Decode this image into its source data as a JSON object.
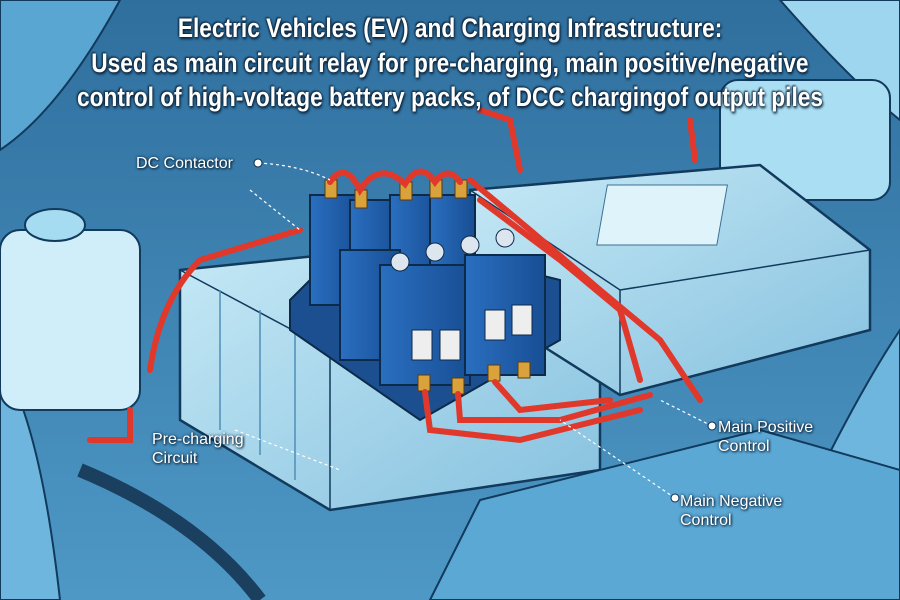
{
  "title": {
    "line1": "Electric Vehicles (EV) and Charging Infrastructure:",
    "line2": "Used as main circuit relay for pre-charging, main positive/negative",
    "line3": "control of high-voltage battery packs, of DCC chargingof output piles"
  },
  "labels": {
    "dc_contactor": "DC Contactor",
    "pre_charging": [
      "Pre-charging",
      "Circuit"
    ],
    "main_positive": [
      "Main Positive",
      "Control"
    ],
    "main_negative": [
      "Main Negative",
      "Control"
    ]
  },
  "colors": {
    "background": "#3f86b8",
    "battery": "#a9d8ec",
    "contactor": "#1e5fae",
    "cable": "#e0392b",
    "terminal": "#d9a23a"
  }
}
